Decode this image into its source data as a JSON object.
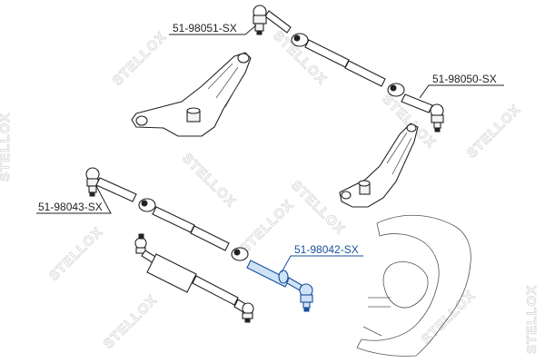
{
  "watermark": {
    "text": "STELLOX"
  },
  "parts": [
    {
      "id": "p1",
      "label": "51-98051-SX",
      "highlighted": false
    },
    {
      "id": "p2",
      "label": "51-98050-SX",
      "highlighted": false
    },
    {
      "id": "p3",
      "label": "51-98043-SX",
      "highlighted": false
    },
    {
      "id": "p4",
      "label": "51-98042-SX",
      "highlighted": true
    }
  ],
  "colors": {
    "highlight": "#1a4f9c",
    "line": "#222222",
    "watermark": "#d6d6d6"
  }
}
